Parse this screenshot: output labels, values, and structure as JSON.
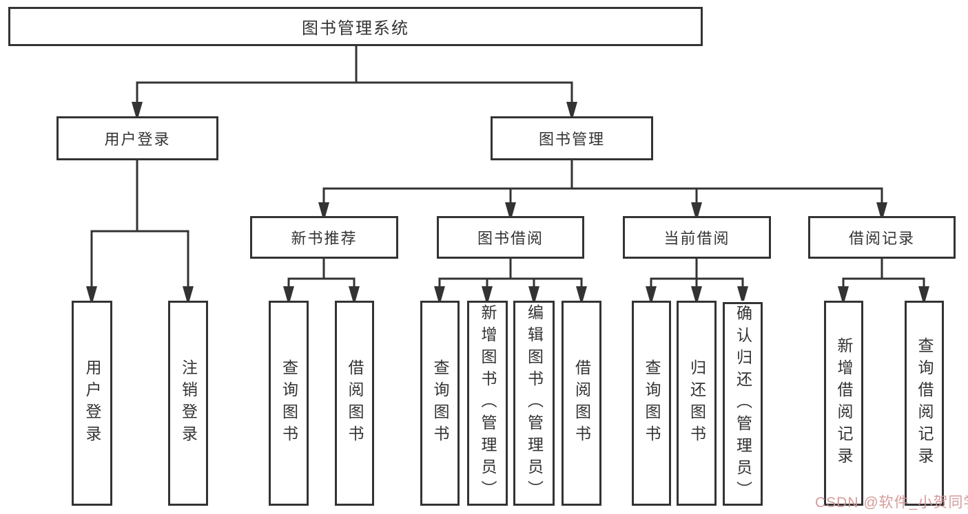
{
  "tree": {
    "root": {
      "label": "图书管理系统"
    },
    "children": [
      {
        "label": "用户登录",
        "children": [
          {
            "label": "用户登录"
          },
          {
            "label": "注销登录"
          }
        ]
      },
      {
        "label": "图书管理",
        "children": [
          {
            "label": "新书推荐",
            "children": [
              {
                "label": "查询图书"
              },
              {
                "label": "借阅图书"
              }
            ]
          },
          {
            "label": "图书借阅",
            "children": [
              {
                "label": "查询图书"
              },
              {
                "label": "新增图书（管理员）"
              },
              {
                "label": "编辑图书（管理员）"
              },
              {
                "label": "借阅图书"
              }
            ]
          },
          {
            "label": "当前借阅",
            "children": [
              {
                "label": "查询图书"
              },
              {
                "label": "归还图书"
              },
              {
                "label": "确认归还（管理员）"
              }
            ]
          },
          {
            "label": "借阅记录",
            "children": [
              {
                "label": "新增借阅记录"
              },
              {
                "label": "查询借阅记录"
              }
            ]
          }
        ]
      }
    ]
  },
  "watermark": {
    "text": "CSDN @软件_小贺同学"
  },
  "colors": {
    "line": "#333333",
    "box_border": "#333333",
    "text": "#333333",
    "watermark": "#d39393",
    "background": "#ffffff"
  }
}
